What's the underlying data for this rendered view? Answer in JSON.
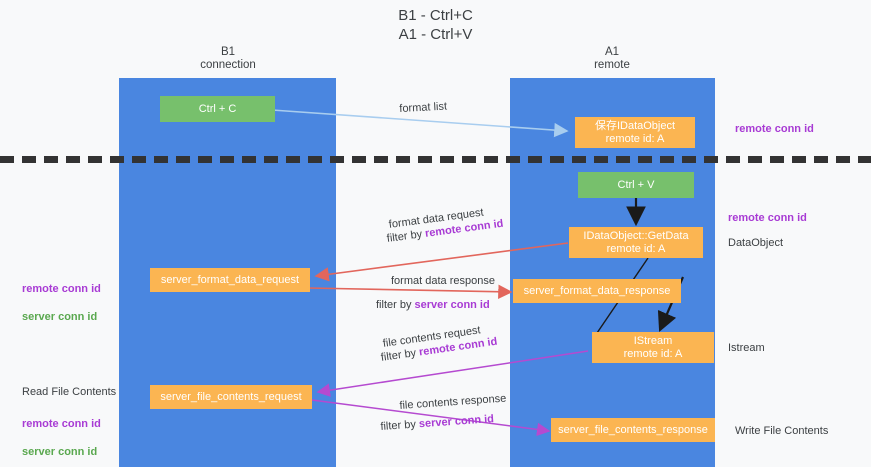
{
  "title": "B1 - Ctrl+C\nA1 - Ctrl+V",
  "columns": {
    "left": {
      "name": "B1",
      "sub": "connection",
      "header": "B1\nconnection"
    },
    "right": {
      "name": "A1",
      "sub": "remote",
      "header": "A1\nremote"
    }
  },
  "nodes": {
    "ctrl_c": "Ctrl + C",
    "ctrl_v": "Ctrl + V",
    "save_idataobject": "保存IDataObject\nremote id: A",
    "getdata": "IDataObject::GetData\nremote id: A",
    "istream": "IStream\nremote id: A",
    "server_format_data_request": "server_format_data_request",
    "server_format_data_response": "server_format_data_response",
    "server_file_contents_request": "server_file_contents_request",
    "server_file_contents_response": "server_file_contents_response"
  },
  "edges": {
    "format_list": "format list",
    "format_data_request": "format data request",
    "format_data_request_filter_prefix": "filter by ",
    "format_data_request_filter_key": "remote conn id",
    "format_data_response": "format data response",
    "format_data_response_filter_prefix": "filter by ",
    "format_data_response_filter_key": "server conn id",
    "file_contents_request": "file contents request",
    "file_contents_request_filter_prefix": "filter by ",
    "file_contents_request_filter_key": "remote conn id",
    "file_contents_response": "file contents response",
    "file_contents_response_filter_prefix": "filter by ",
    "file_contents_response_filter_key": "server conn id"
  },
  "annotations": {
    "right_remote_conn_id_top": "remote conn id",
    "right_remote_conn_id_mid": "remote conn id",
    "right_dataobject": "DataObject",
    "right_istream": "Istream",
    "right_write_file_contents": "Write File Contents",
    "left_conn_ids_mid_remote": "remote conn id",
    "left_conn_ids_mid_server": "server conn id",
    "left_read_file_contents": "Read File Contents",
    "left_conn_ids_bot_remote": "remote conn id",
    "left_conn_ids_bot_server": "server conn id"
  },
  "colors": {
    "band_blue": "#4a86e0",
    "node_green": "#77c06c",
    "node_orange": "#fbb552",
    "arrow_light_blue": "#a8cdef",
    "arrow_black": "#1a1a1a",
    "arrow_red": "#e2665c",
    "arrow_purple": "#b54ad0",
    "highlight_purple": "#a83bd4",
    "highlight_green": "#5aa84f",
    "divider_dash": "#333333",
    "background": "#f8f9fa"
  }
}
